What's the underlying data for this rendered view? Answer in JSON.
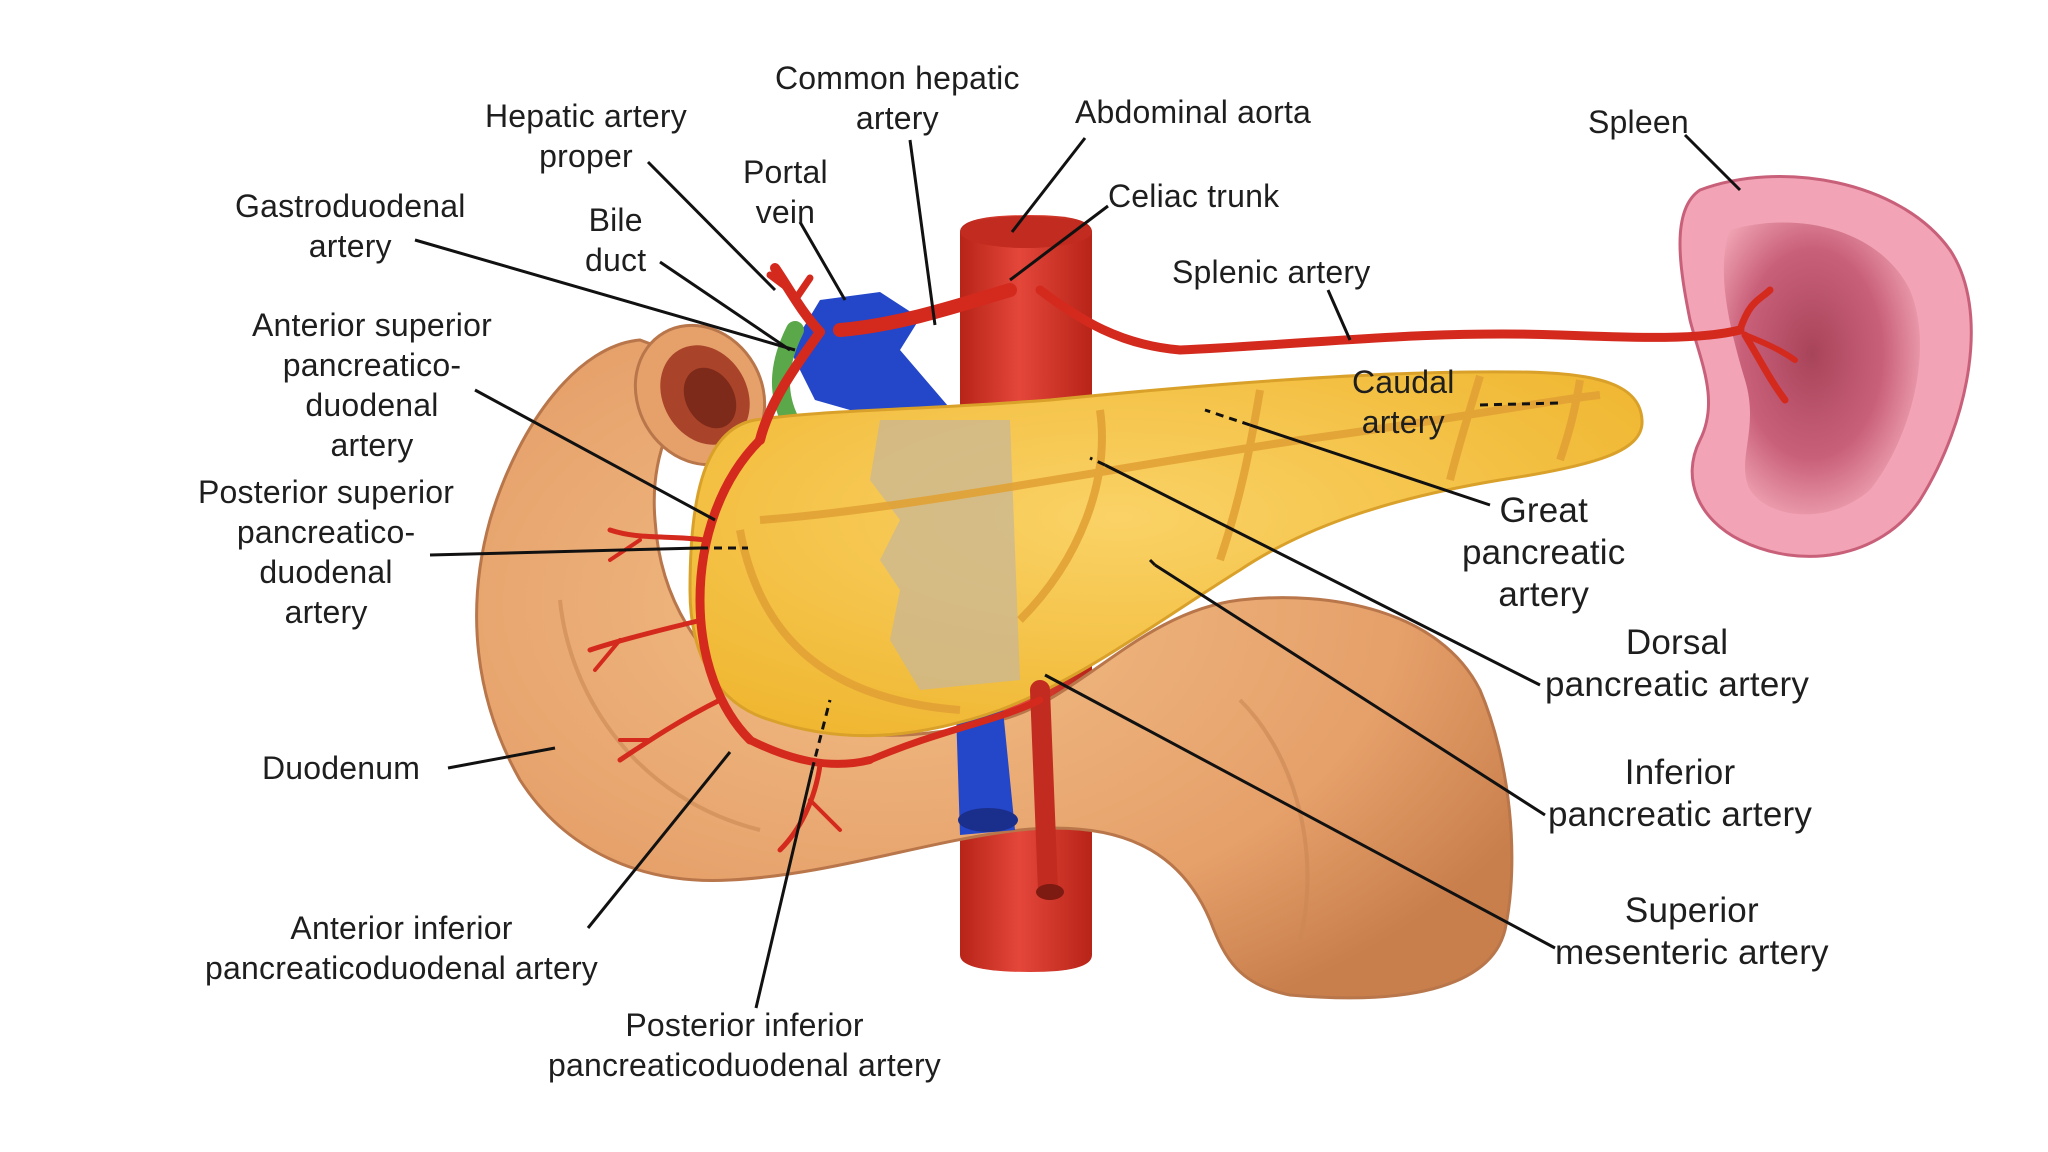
{
  "diagram": {
    "labels": {
      "common_hepatic_artery": [
        "Common hepatic",
        "artery"
      ],
      "abdominal_aorta": [
        "Abdominal aorta"
      ],
      "spleen": [
        "Spleen"
      ],
      "hepatic_artery_proper": [
        "Hepatic artery",
        "proper"
      ],
      "portal_vein": [
        "Portal",
        "vein"
      ],
      "celiac_trunk": [
        "Celiac trunk"
      ],
      "gastroduodenal_artery": [
        "Gastroduodenal",
        "artery"
      ],
      "bile_duct": [
        "Bile",
        "duct"
      ],
      "splenic_artery": [
        "Splenic artery"
      ],
      "caudal_artery": [
        "Caudal",
        "artery"
      ],
      "anterior_superior_pd_artery": [
        "Anterior superior",
        "pancreatico-",
        "duodenal",
        "artery"
      ],
      "posterior_superior_pd_artery": [
        "Posterior superior",
        "pancreatico-",
        "duodenal",
        "artery"
      ],
      "great_pancreatic_artery": [
        "Great",
        "pancreatic",
        "artery"
      ],
      "dorsal_pancreatic_artery": [
        "Dorsal",
        "pancreatic artery"
      ],
      "duodenum": [
        "Duodenum"
      ],
      "inferior_pancreatic_artery": [
        "Inferior",
        "pancreatic artery"
      ],
      "superior_mesenteric_artery": [
        "Superior",
        "mesenteric artery"
      ],
      "anterior_inferior_pd_artery": [
        "Anterior inferior",
        "pancreaticoduodenal artery"
      ],
      "posterior_inferior_pd_artery": [
        "Posterior inferior",
        "pancreaticoduodenal artery"
      ]
    },
    "colors": {
      "artery": "#d42a1e",
      "aorta": "#d8352a",
      "vein": "#2446c8",
      "pancreas": "#f6c340",
      "duodenum": "#e6a46c",
      "spleen": "#e07f95",
      "bile_duct": "#5aa84a",
      "leader_line": "#111111"
    }
  }
}
